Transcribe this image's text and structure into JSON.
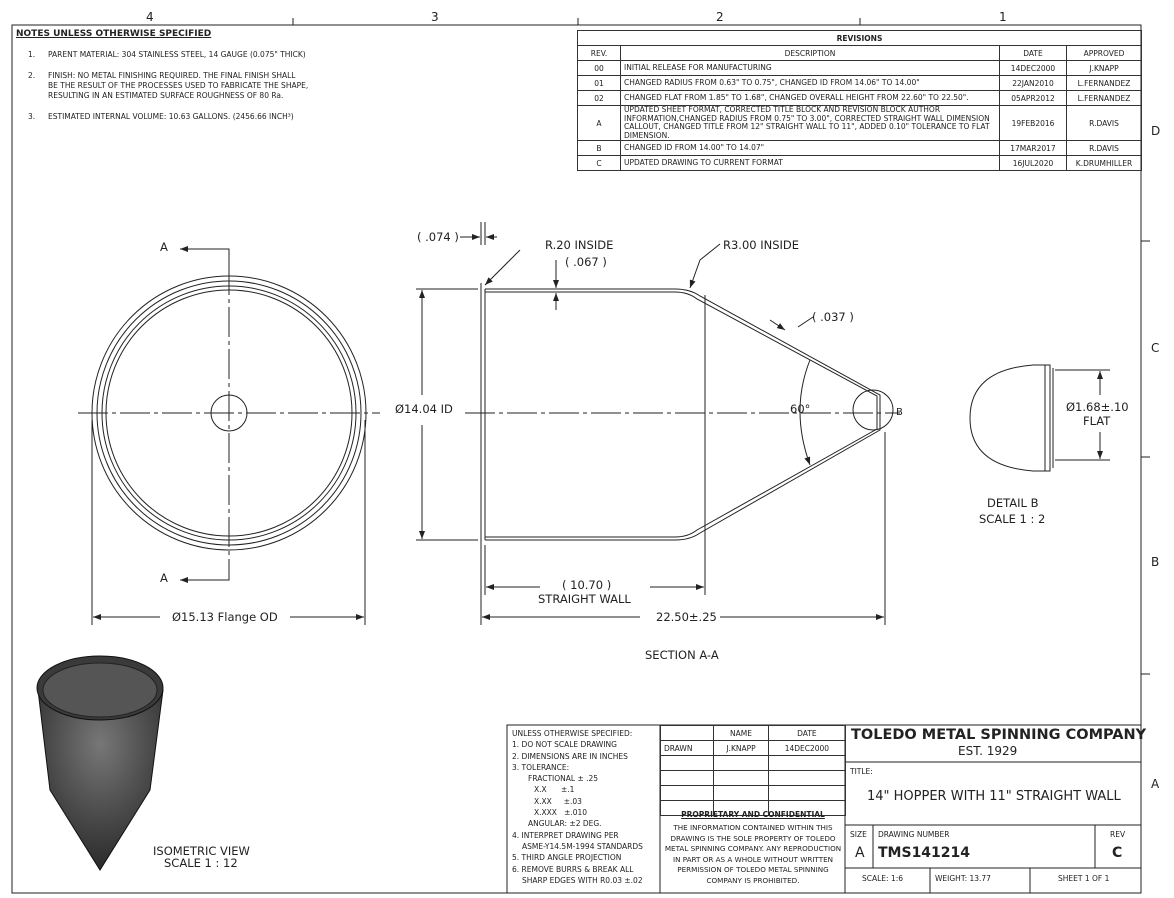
{
  "zones": {
    "top": [
      "4",
      "3",
      "2",
      "1"
    ],
    "right": [
      "D",
      "C",
      "B",
      "A"
    ]
  },
  "notes": {
    "title": "NOTES UNLESS OTHERWISE SPECIFIED",
    "items": [
      {
        "num": "1.",
        "lines": [
          "PARENT MATERIAL: 304 STAINLESS STEEL, 14 GAUGE (0.075\" THICK)"
        ]
      },
      {
        "num": "2.",
        "lines": [
          "FINISH: NO METAL FINISHING REQUIRED.  THE FINAL FINISH SHALL",
          "BE THE RESULT OF THE PROCESSES USED TO FABRICATE THE SHAPE,",
          "RESULTING IN AN ESTIMATED SURFACE ROUGHNESS OF 80 Ra."
        ]
      },
      {
        "num": "3.",
        "lines": [
          "ESTIMATED INTERNAL VOLUME: 10.63 GALLONS. (2456.66 INCH³)"
        ]
      }
    ]
  },
  "revisions": {
    "title": "REVISIONS",
    "headers": [
      "REV.",
      "DESCRIPTION",
      "DATE",
      "APPROVED"
    ],
    "rows": [
      [
        "00",
        "INITIAL RELEASE FOR MANUFACTURING",
        "14DEC2000",
        "J.KNAPP"
      ],
      [
        "01",
        "CHANGED RADIUS FROM 0.63\" TO 0.75\", CHANGED ID FROM 14.06\" TO 14.00\"",
        "22JAN2010",
        "L.FERNANDEZ"
      ],
      [
        "02",
        "CHANGED FLAT FROM 1.85\" TO 1.68\", CHANGED OVERALL HEIGHT FROM 22.60\" TO 22.50\".",
        "05APR2012",
        "L.FERNANDEZ"
      ],
      [
        "A",
        "UPDATED SHEET FORMAT, CORRECTED TITLE BLOCK AND REVISION BLOCK AUTHOR INFORMATION,CHANGED RADIUS FROM 0.75\" TO 3.00\", CORRECTED STRAIGHT WALL DIMENSION CALLOUT,   CHANGED TITLE FROM 12\" STRAIGHT WALL TO 11\", ADDED 0.10\" TOLERANCE TO FLAT DIMENSION.",
        "19FEB2016",
        "R.DAVIS"
      ],
      [
        "B",
        "CHANGED ID FROM 14.00\" TO 14.07\"",
        "17MAR2017",
        "R.DAVIS"
      ],
      [
        "C",
        "UPDATED DRAWING TO CURRENT FORMAT",
        "16JUL2020",
        "K.DRUMHILLER"
      ]
    ]
  },
  "views": {
    "section_mark": "A",
    "flange_od": "Ø15.13 Flange OD",
    "dim_074": "( .074 )",
    "r20": "R.20 INSIDE",
    "dim_067": "( .067 )",
    "r300": "R3.00 INSIDE",
    "dim_037": "( .037 )",
    "id": "Ø14.04 ID",
    "angle": "60°",
    "detail_mark": "B",
    "straight_wall_val": "( 10.70 )",
    "straight_wall": "STRAIGHT WALL",
    "overall": "22.50±.25",
    "section_label": "SECTION A-A",
    "flat_dim": "Ø1.68±.10",
    "flat": "FLAT",
    "detail_label": "DETAIL B",
    "detail_scale": "SCALE 1 : 2",
    "iso_label": "ISOMETRIC VIEW",
    "iso_scale": "SCALE 1 : 12"
  },
  "titleblock": {
    "spec": [
      "UNLESS OTHERWISE SPECIFIED:",
      "1. DO NOT SCALE DRAWING",
      "2. DIMENSIONS ARE IN INCHES",
      "3. TOLERANCE:",
      "FRACTIONAL ± .25",
      "X.X      ±.1",
      "X.XX     ±.03",
      "X.XXX   ±.010",
      "ANGULAR: ±2 DEG.",
      "4. INTERPRET DRAWING PER",
      "ASME-Y14.5M-1994 STANDARDS",
      "5. THIRD ANGLE PROJECTION",
      "6. REMOVE BURRS & BREAK ALL",
      "SHARP EDGES WITH R0.03 ±.02"
    ],
    "name_header": "NAME",
    "date_header": "DATE",
    "drawn_label": "DRAWN",
    "drawn_name": "J.KNAPP",
    "drawn_date": "14DEC2000",
    "prop_title": "PROPRIETARY AND CONFIDENTIAL",
    "prop_text": "THE INFORMATION CONTAINED WITHIN THIS DRAWING IS THE SOLE PROPERTY OF TOLEDO METAL SPINNING COMPANY.  ANY REPRODUCTION IN PART OR AS A WHOLE WITHOUT WRITTEN PERMISSION OF TOLEDO METAL SPINNING COMPANY IS PROHIBITED.",
    "company": "TOLEDO METAL SPINNING COMPANY",
    "est": "EST. 1929",
    "title_label": "TITLE:",
    "title": "14\" HOPPER WITH 11\" STRAIGHT WALL",
    "size_label": "SIZE",
    "size": "A",
    "dwg_label": "DRAWING NUMBER",
    "dwg": "TMS141214",
    "rev_label": "REV",
    "rev": "C",
    "scale": "SCALE: 1:6",
    "weight": "WEIGHT: 13.77",
    "sheet": "SHEET 1 OF 1"
  }
}
